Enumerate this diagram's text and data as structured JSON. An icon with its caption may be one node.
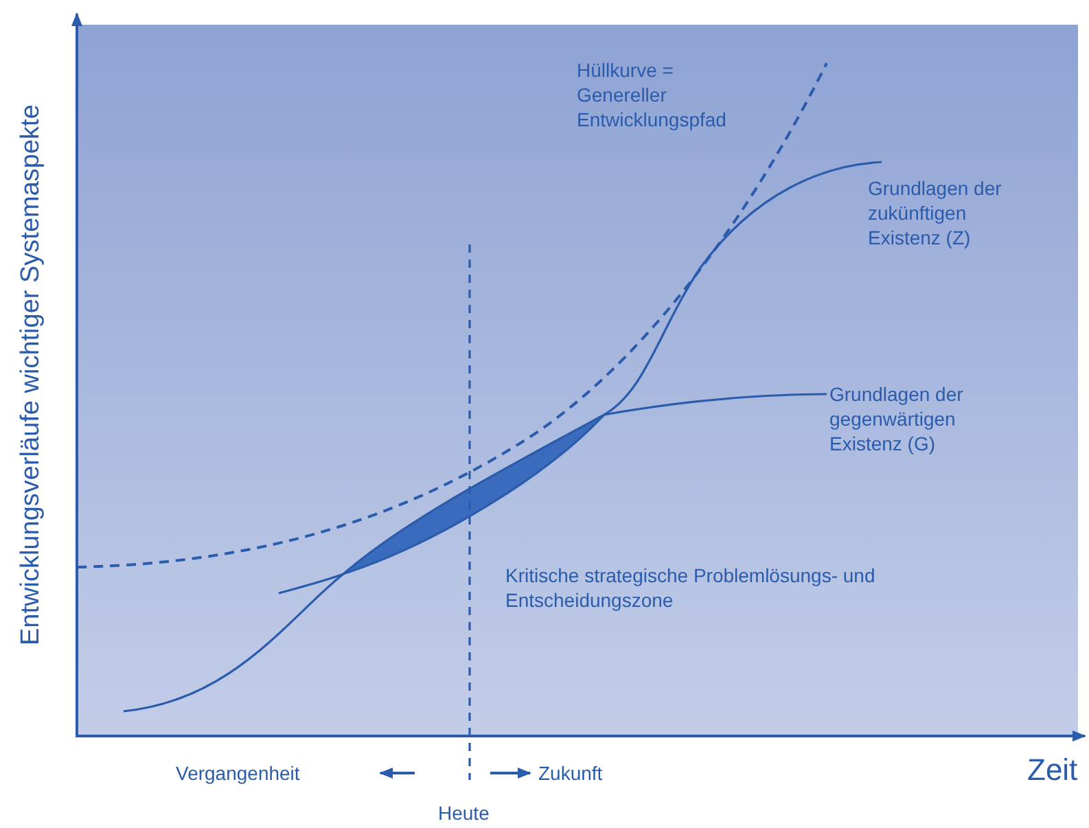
{
  "diagram": {
    "labels": [
      "Hüllkurve = Genereller Entwicklungspfad",
      "Grundlagen der zukünftigen Existenz (Z)",
      "Grundlagen der gegenwärtigen Existenz (G)",
      "Kritische strategische Problemlösungs- und Entscheidungszone",
      "Entwicklungsverläufe wichtiger Systemaspekte",
      "Vergangenheit",
      "Zukunft",
      "Zeit",
      "Heute"
    ]
  }
}
